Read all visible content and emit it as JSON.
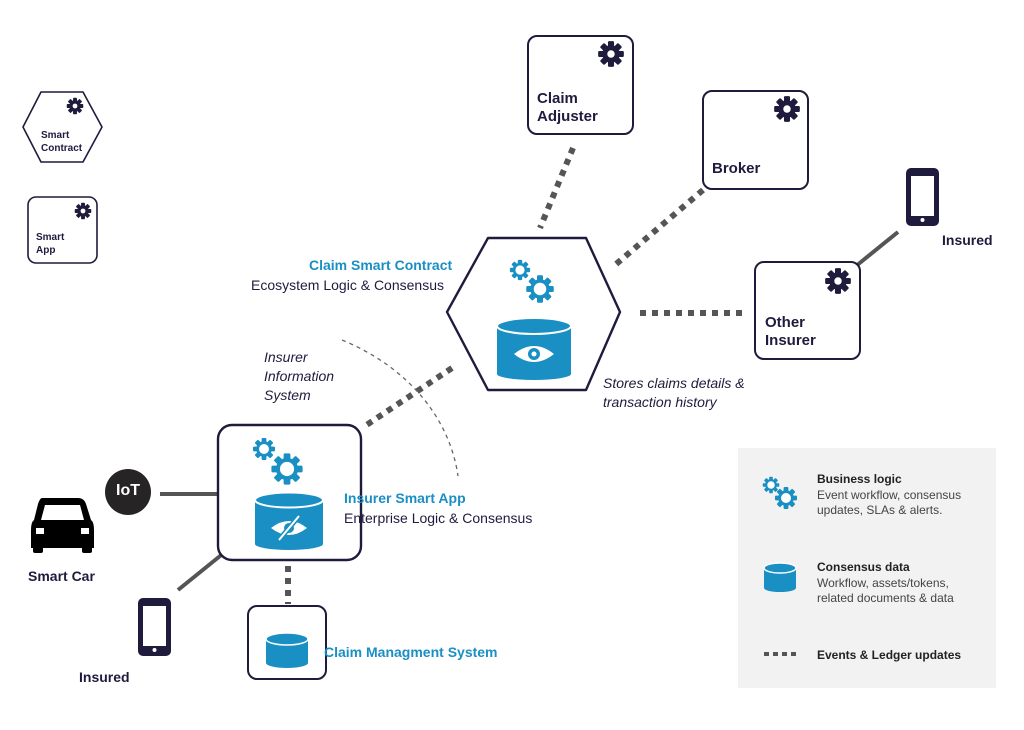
{
  "colors": {
    "navy": "#1f1b3d",
    "teal": "#1a8fc3",
    "dots": "#555555",
    "legend_bg": "#f2f2f2"
  },
  "key_icons": {
    "smart_contract": "Smart\nContract",
    "smart_app": "Smart\nApp"
  },
  "nodes": {
    "claim_adjuster": "Claim\nAdjuster",
    "broker": "Broker",
    "other_insurer": "Other\nInsurer",
    "insured_top": "Insured",
    "insured_bottom": "Insured",
    "iot": "IoT",
    "smart_car": "Smart Car"
  },
  "claim_contract": {
    "title": "Claim Smart Contract",
    "subtitle": "Ecosystem Logic & Consensus",
    "note": "Stores claims details &\ntransaction history"
  },
  "insurer_app": {
    "title": "Insurer Smart App",
    "subtitle": "Enterprise Logic & Consensus"
  },
  "insurer_info_system": "Insurer\nInformation\nSystem",
  "claim_mgmt": "Claim Managment System",
  "legend": {
    "business_logic": {
      "title": "Business logic",
      "desc": "Event workflow, consensus\nupdates, SLAs & alerts."
    },
    "consensus_data": {
      "title": "Consensus data",
      "desc": "Workflow, assets/tokens,\nrelated documents & data"
    },
    "events": {
      "title": "Events & Ledger updates"
    }
  }
}
